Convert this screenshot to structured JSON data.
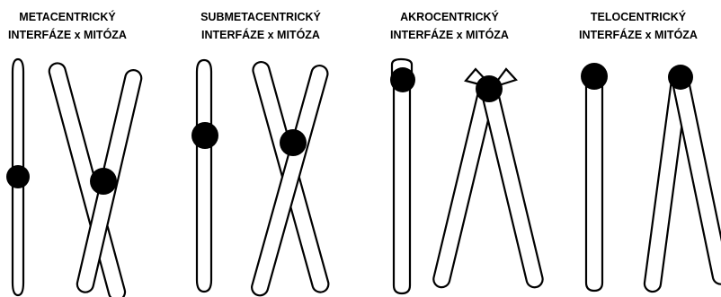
{
  "panels": [
    {
      "type": "METACENTRICKÝ",
      "subtitle": "INTERFÁZE x MITÓZA"
    },
    {
      "type": "SUBMETACENTRICKÝ",
      "subtitle": "INTERFÁZE x MITÓZA"
    },
    {
      "type": "AKROCENTRICKÝ",
      "subtitle": "INTERFÁZE x MITÓZA"
    },
    {
      "type": "TELOCENTRICKÝ",
      "subtitle": "INTERFÁZE x MITÓZA"
    }
  ],
  "colors": {
    "outline": "#000000",
    "centromere": "#000000",
    "fill": "#ffffff"
  }
}
